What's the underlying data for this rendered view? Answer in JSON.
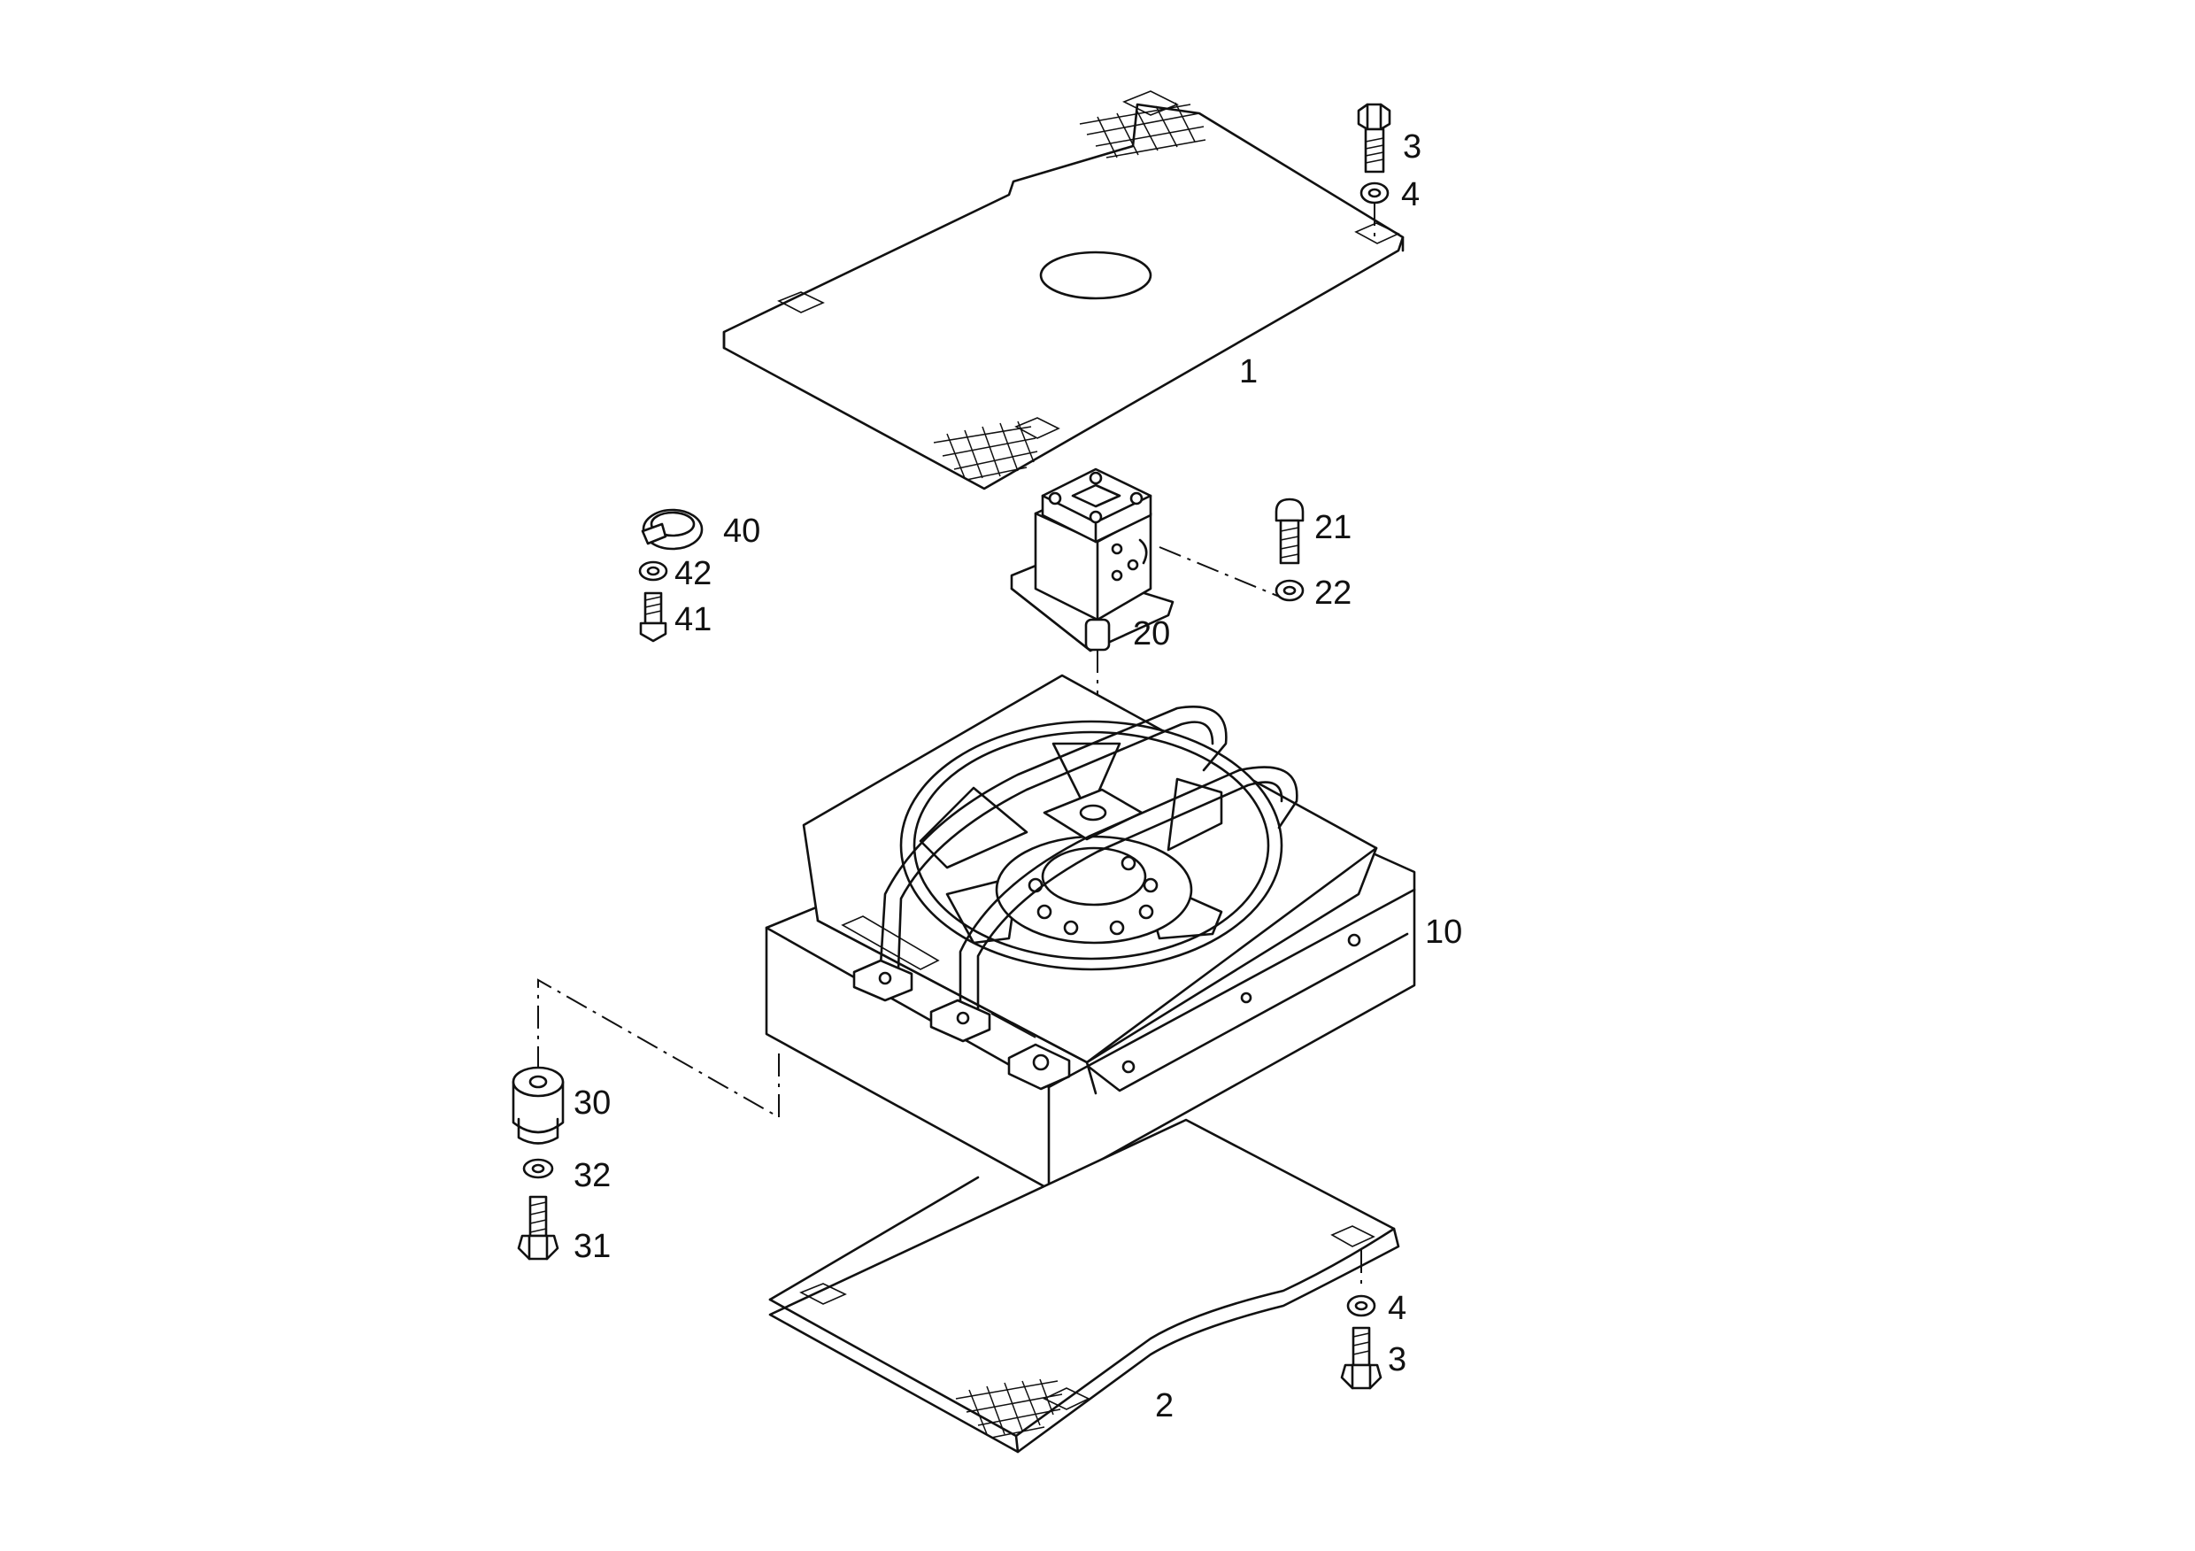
{
  "diagram": {
    "kind": "exploded parts drawing",
    "callouts": {
      "c1": "1",
      "c2": "2",
      "c3_top": "3",
      "c4_top": "4",
      "c3_bottom": "3",
      "c4_bottom": "4",
      "c10": "10",
      "c20": "20",
      "c21": "21",
      "c22": "22",
      "c30": "30",
      "c31": "31",
      "c32": "32",
      "c40": "40",
      "c41": "41",
      "c42": "42"
    },
    "line_color": "#111111",
    "background": "#ffffff"
  }
}
